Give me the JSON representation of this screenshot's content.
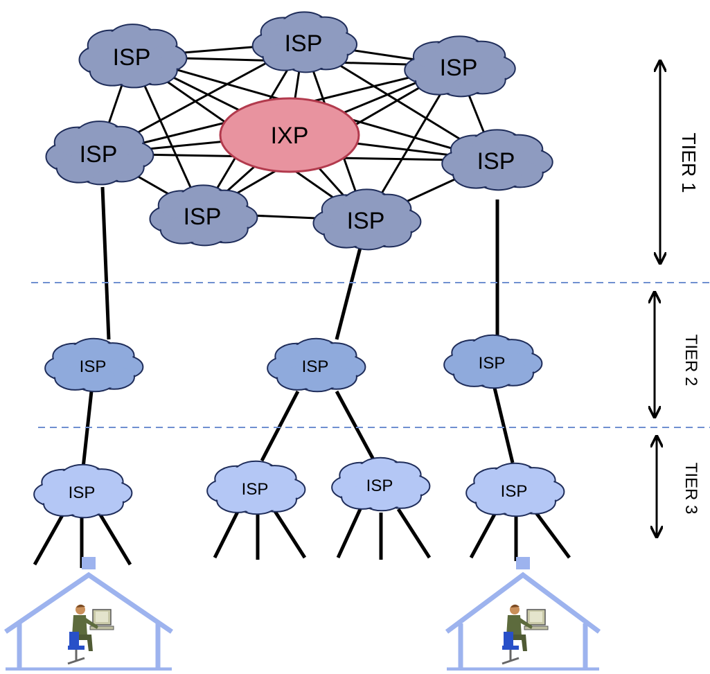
{
  "labels": {
    "isp": "ISP",
    "ixp": "IXP",
    "tier1": "TIER 1",
    "tier2": "TIER 2",
    "tier3": "TIER 3"
  },
  "colors": {
    "tier1_fill": "#8e9bc0",
    "tier2_fill": "#8faadc",
    "tier3_fill": "#b4c7f5",
    "cloud_stroke": "#1f2d5a",
    "ixp_fill": "#e8939f",
    "ixp_stroke": "#b23a4d",
    "divider": "#6f8fd0",
    "house": "#9db3ee"
  }
}
